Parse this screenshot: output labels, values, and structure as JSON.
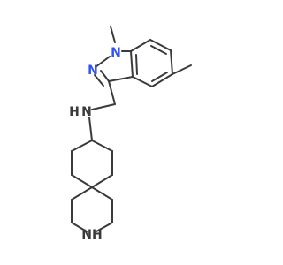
{
  "structure": {
    "atom_labels": {
      "n1": "N",
      "n2": "N",
      "amine": "N",
      "amine_h": "H",
      "ring_nh": "NH"
    },
    "colors": {
      "bond": "#3a3a3a",
      "nitrogen": "#3050f8",
      "background": "#ffffff"
    }
  }
}
